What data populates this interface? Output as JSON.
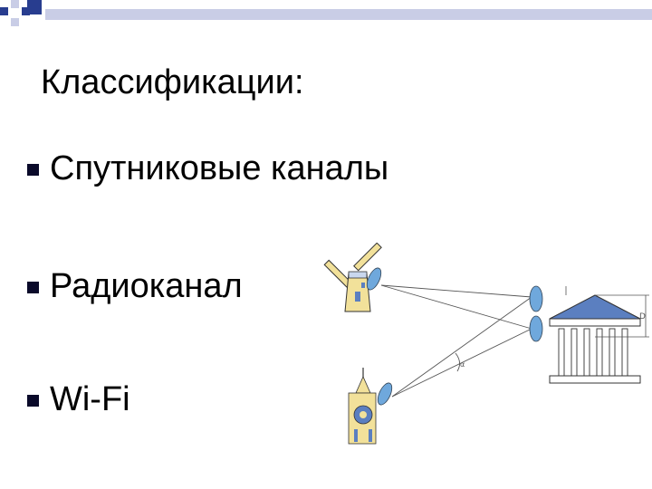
{
  "slide": {
    "title": "Классификации:",
    "bullets": [
      {
        "label": "Спутниковые каналы"
      },
      {
        "label": "Радиоканал"
      },
      {
        "label": "Wi-Fi"
      }
    ]
  },
  "diagram": {
    "angle_label": "α",
    "dimension_label": "D",
    "colors": {
      "dish": "#6fa8dc",
      "building_yellow": "#f2e19a",
      "roof_blue": "#5b7fc0",
      "corner_blue": "#283d8f",
      "corner_lavender": "#c9cde6"
    }
  }
}
